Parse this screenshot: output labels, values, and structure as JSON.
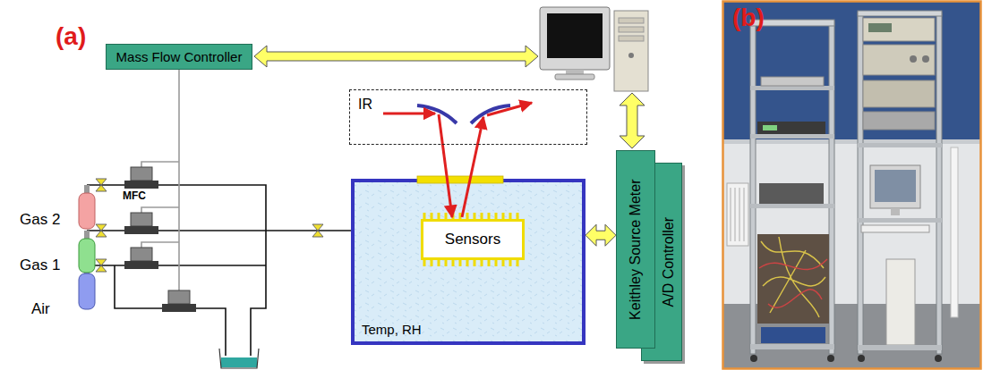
{
  "diagram": {
    "nodes": [
      {
        "text": [
          "Mass Flow Controller"
        ]
      },
      {
        "text": [
          "IR"
        ]
      },
      {
        "text": [
          "Temp, RH"
        ]
      },
      {
        "text": [
          "Sensors"
        ],
        "in": 2
      },
      {
        "text": [
          "Keithley Source Meter"
        ]
      },
      {
        "text": [
          "A/D Controller"
        ]
      }
    ],
    "edges": [
      {
        "from": 2,
        "to": 4,
        "arrow": "both"
      }
    ],
    "labels": [
      "(a)",
      "(b)",
      "Gas 2",
      "Gas 1",
      "Air",
      "MFC"
    ]
  }
}
